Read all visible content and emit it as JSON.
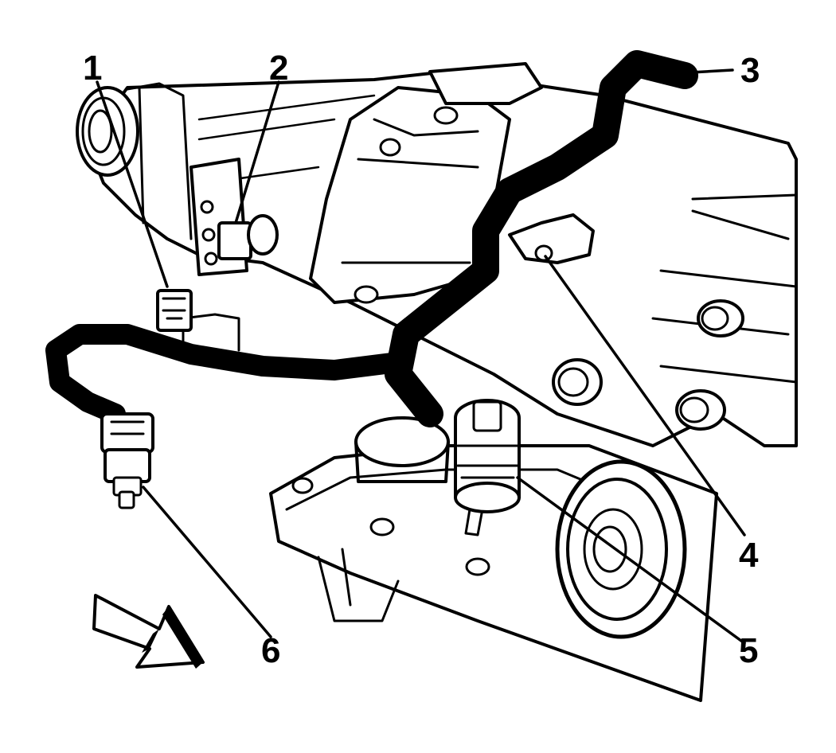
{
  "diagram": {
    "callouts": [
      {
        "id": "1",
        "label": "1"
      },
      {
        "id": "2",
        "label": "2"
      },
      {
        "id": "3",
        "label": "3"
      },
      {
        "id": "4",
        "label": "4"
      },
      {
        "id": "5",
        "label": "5"
      },
      {
        "id": "6",
        "label": "6"
      }
    ],
    "colors": {
      "line": "#000000",
      "background": "#ffffff"
    },
    "direction_arrow": "front-of-vehicle-arrow"
  }
}
